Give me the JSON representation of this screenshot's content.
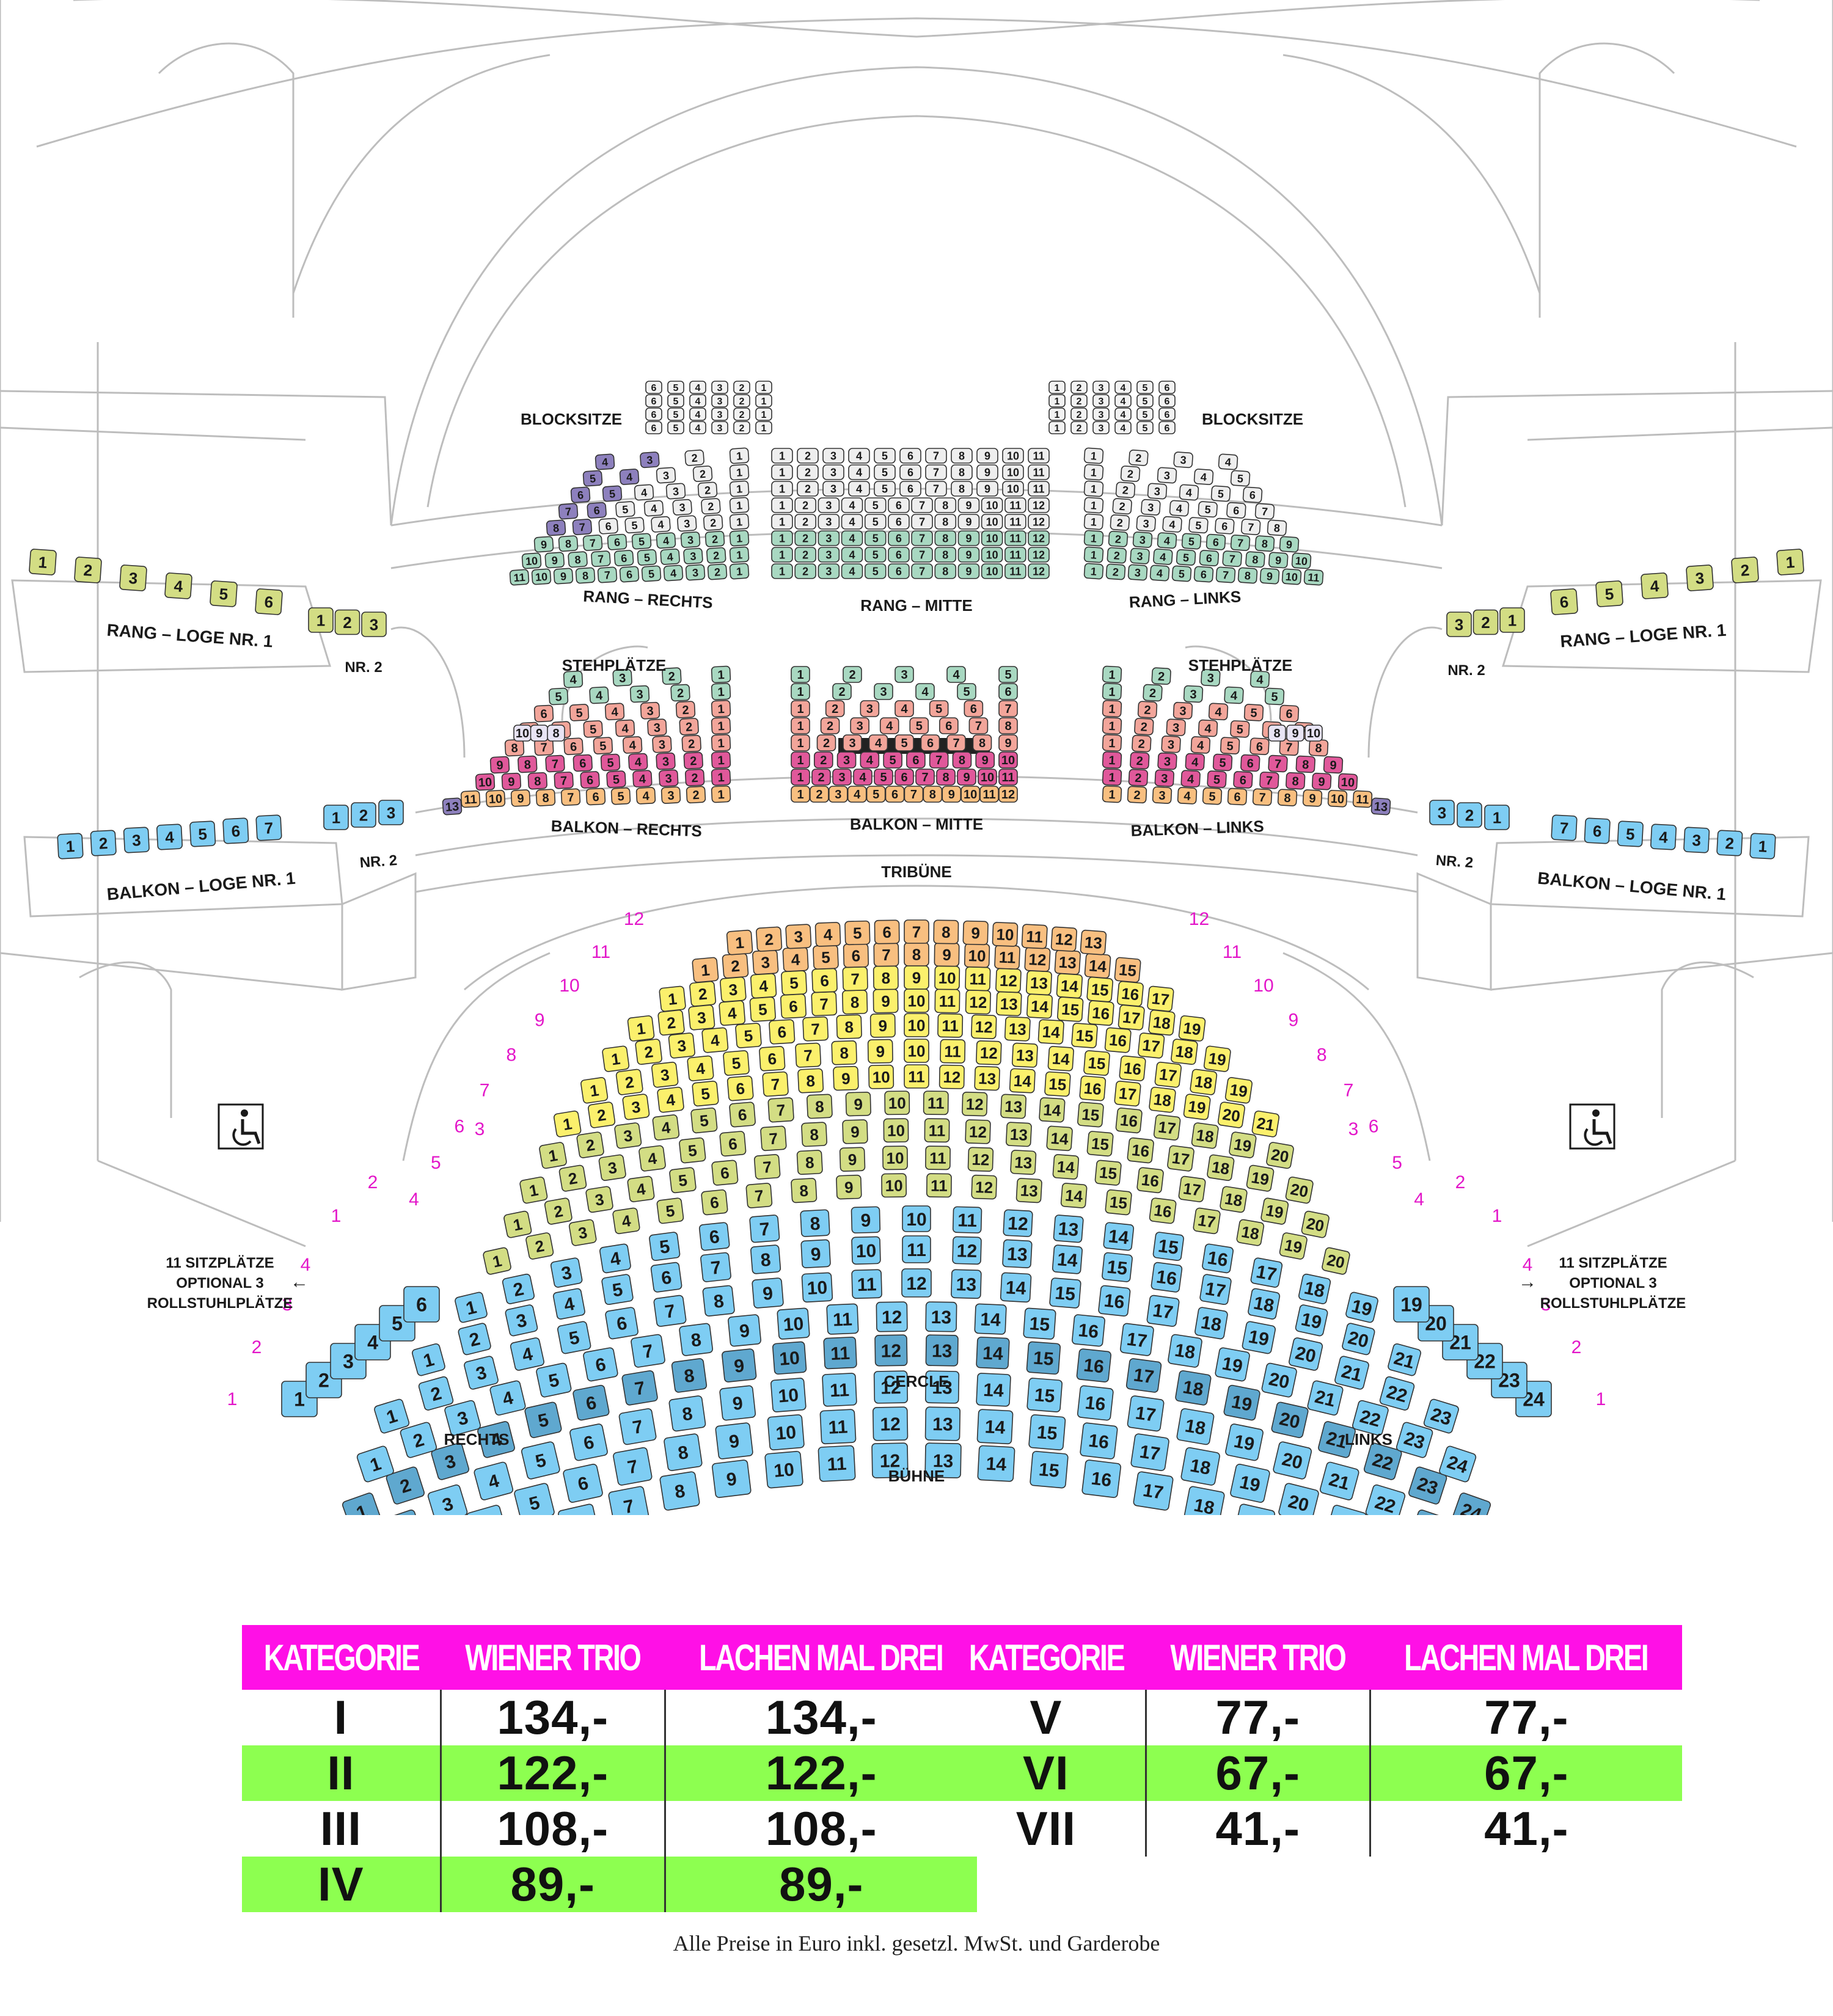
{
  "colors": {
    "I": "#7ecdf3",
    "I_dark": "#5fa8cf",
    "II": "#d3dd84",
    "III": "#fbf06c",
    "IV": "#f8bf80",
    "V": "#e0589a",
    "VI": "#f2a59a",
    "VII": "#a8d8c1",
    "purple": "#8d80bd",
    "stage": "#222222"
  },
  "labels": {
    "blocksitze_left": "BLOCKSITZE",
    "blocksitze_right": "BLOCKSITZE",
    "rang_rechts": "RANG – RECHTS",
    "rang_mitte": "RANG – MITTE",
    "rang_links": "RANG – LINKS",
    "rang_loge_left": "RANG – LOGE NR. 1",
    "rang_loge_right": "RANG – LOGE NR. 1",
    "nr2_rang_left": "NR. 2",
    "nr2_rang_right": "NR. 2",
    "stehplaetze_left": "STEHPLÄTZE",
    "stehplaetze_right": "STEHPLÄTZE",
    "balkon_rechts": "BALKON – RECHTS",
    "balkon_mitte": "BALKON – MITTE",
    "balkon_links": "BALKON – LINKS",
    "balkon_loge_left": "BALKON – LOGE NR. 1",
    "balkon_loge_right": "BALKON – LOGE NR. 1",
    "nr2_balkon_left": "NR. 2",
    "nr2_balkon_right": "NR. 2",
    "tribuene": "TRIBÜNE",
    "cercle": "CERCLE",
    "rechts": "RECHTS",
    "links": "LINKS",
    "buehne": "BÜHNE",
    "note_left": [
      "11 SITZPLÄTZE",
      "OPTIONAL 3",
      "ROLLSTUHLPLÄTZE"
    ],
    "note_right": [
      "11 SITZPLÄTZE",
      "OPTIONAL 3",
      "ROLLSTUHLPLÄTZE"
    ],
    "wheelchair_icon": "wheelchair-icon"
  },
  "prices": {
    "headers": [
      "KATEGORIE",
      "WIENER TRIO",
      "LACHEN MAL DREI"
    ],
    "left": [
      {
        "cat": "I",
        "wiener_trio": "134,-",
        "lachen_mal_drei": "134,-",
        "color": "#7ecdf3"
      },
      {
        "cat": "II",
        "wiener_trio": "122,-",
        "lachen_mal_drei": "122,-",
        "color": "#d3dd84"
      },
      {
        "cat": "III",
        "wiener_trio": "108,-",
        "lachen_mal_drei": "108,-",
        "color": "#fbf06c"
      },
      {
        "cat": "IV",
        "wiener_trio": "89,-",
        "lachen_mal_drei": "89,-",
        "color": "#f8bf80"
      }
    ],
    "right": [
      {
        "cat": "V",
        "wiener_trio": "77,-",
        "lachen_mal_drei": "77,-",
        "color": "#e0589a"
      },
      {
        "cat": "VI",
        "wiener_trio": "67,-",
        "lachen_mal_drei": "67,-",
        "color": "#f2a59a"
      },
      {
        "cat": "VII",
        "wiener_trio": "41,-",
        "lachen_mal_drei": "41,-",
        "color": "#a8d8c1"
      }
    ],
    "footnote": "Alle Preise in Euro inkl. gesetzl. MwSt. und Garderobe"
  }
}
